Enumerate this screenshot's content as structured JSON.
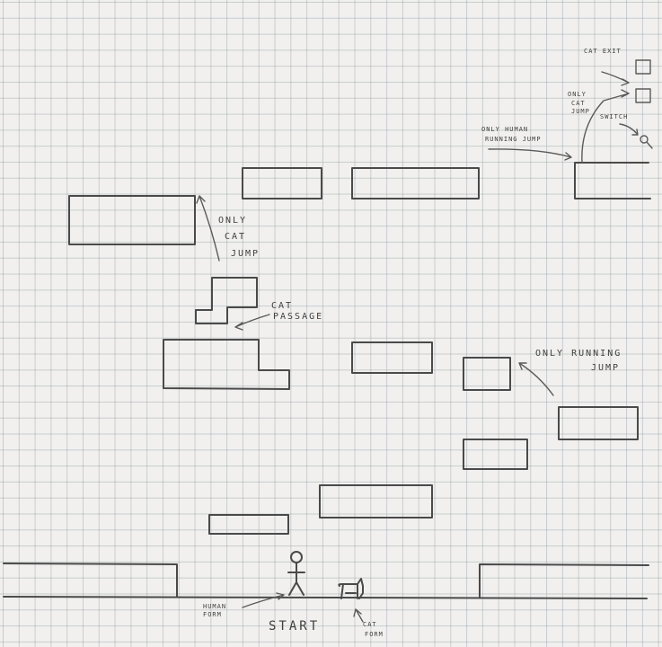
{
  "sketch": {
    "labels": {
      "cat_exit": "CAT EXIT",
      "only_cat_jump_top_1": "ONLY",
      "only_cat_jump_top_2": "CAT",
      "only_cat_jump_top_3": "JUMP",
      "switch": "SWITCH",
      "only_human_running_jump_1": "ONLY HUMAN",
      "only_human_running_jump_2": "RUNNING JUMP",
      "only_cat_jump_left_1": "ONLY",
      "only_cat_jump_left_2": "CAT",
      "only_cat_jump_left_3": "JUMP",
      "cat_passage_1": "CAT",
      "cat_passage_2": "PASSAGE",
      "only_running_jump_1": "ONLY RUNNING",
      "only_running_jump_2": "JUMP",
      "human_form_1": "HUMAN",
      "human_form_2": "FORM",
      "start": "START",
      "cat_form_1": "CAT",
      "cat_form_2": "FORM"
    }
  }
}
